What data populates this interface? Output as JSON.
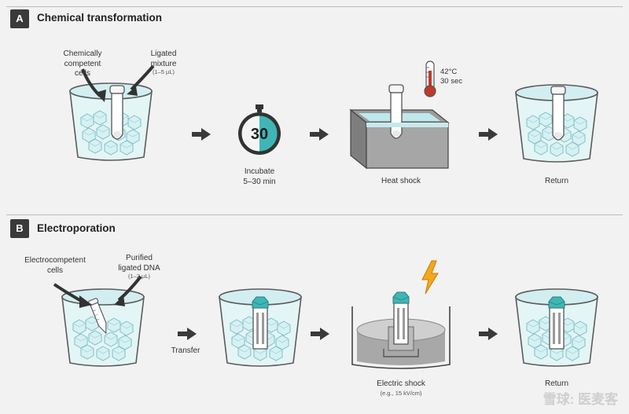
{
  "sectionA": {
    "badge": "A",
    "title": "Chemical transformation",
    "label_cells": "Chemically\ncompetent\ncells",
    "label_mixture": "Ligated\nmixture",
    "label_mixture_amount": "(1–5 µL)",
    "timer_value": "30",
    "incubate_label": "Incubate\n5–30 min",
    "temp_label": "42°C\n30 sec",
    "heat_shock_label": "Heat shock",
    "return_label": "Return"
  },
  "sectionB": {
    "badge": "B",
    "title": "Electroporation",
    "label_cells": "Electrocompetent\ncells",
    "label_dna": "Purified\nligated DNA",
    "label_dna_amount": "(1–2 µL)",
    "transfer_label": "Transfer",
    "shock_label": "Electric shock",
    "shock_detail": "(e.g., 15 kV/cm)",
    "return_label": "Return"
  },
  "watermark": "雪球: 医麦客",
  "colors": {
    "ice": "#c9ecef",
    "teal": "#3fb6b5",
    "arrow": "#3a3a3a",
    "bolt": "#f2a81c",
    "thermo_red": "#c0392b"
  }
}
